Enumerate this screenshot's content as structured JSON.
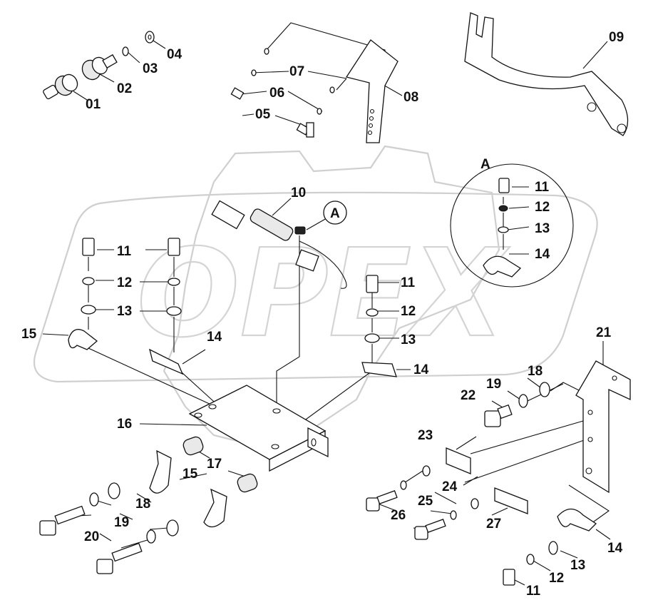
{
  "diagram": {
    "watermark": "OPEX",
    "detail_marker": "A",
    "callouts": [
      {
        "id": "c01",
        "text": "01"
      },
      {
        "id": "c02",
        "text": "02"
      },
      {
        "id": "c03",
        "text": "03"
      },
      {
        "id": "c04",
        "text": "04"
      },
      {
        "id": "c05",
        "text": "05"
      },
      {
        "id": "c06",
        "text": "06"
      },
      {
        "id": "c07",
        "text": "07"
      },
      {
        "id": "c08",
        "text": "08"
      },
      {
        "id": "c09",
        "text": "09"
      },
      {
        "id": "c10",
        "text": "10"
      },
      {
        "id": "c11a",
        "text": "11"
      },
      {
        "id": "c11b",
        "text": "11"
      },
      {
        "id": "c11c",
        "text": "11"
      },
      {
        "id": "c11d",
        "text": "11"
      },
      {
        "id": "c12a",
        "text": "12"
      },
      {
        "id": "c12b",
        "text": "12"
      },
      {
        "id": "c12c",
        "text": "12"
      },
      {
        "id": "c12d",
        "text": "12"
      },
      {
        "id": "c13a",
        "text": "13"
      },
      {
        "id": "c13b",
        "text": "13"
      },
      {
        "id": "c13c",
        "text": "13"
      },
      {
        "id": "c13d",
        "text": "13"
      },
      {
        "id": "c14a",
        "text": "14"
      },
      {
        "id": "c14b",
        "text": "14"
      },
      {
        "id": "c14c",
        "text": "14"
      },
      {
        "id": "c14d",
        "text": "14"
      },
      {
        "id": "c15a",
        "text": "15"
      },
      {
        "id": "c15b",
        "text": "15"
      },
      {
        "id": "c16",
        "text": "16"
      },
      {
        "id": "c17",
        "text": "17"
      },
      {
        "id": "c18a",
        "text": "18"
      },
      {
        "id": "c18b",
        "text": "18"
      },
      {
        "id": "c19a",
        "text": "19"
      },
      {
        "id": "c19b",
        "text": "19"
      },
      {
        "id": "c20",
        "text": "20"
      },
      {
        "id": "c21",
        "text": "21"
      },
      {
        "id": "c22",
        "text": "22"
      },
      {
        "id": "c23",
        "text": "23"
      },
      {
        "id": "c24",
        "text": "24"
      },
      {
        "id": "c25",
        "text": "25"
      },
      {
        "id": "c26",
        "text": "26"
      },
      {
        "id": "c27",
        "text": "27"
      }
    ]
  }
}
